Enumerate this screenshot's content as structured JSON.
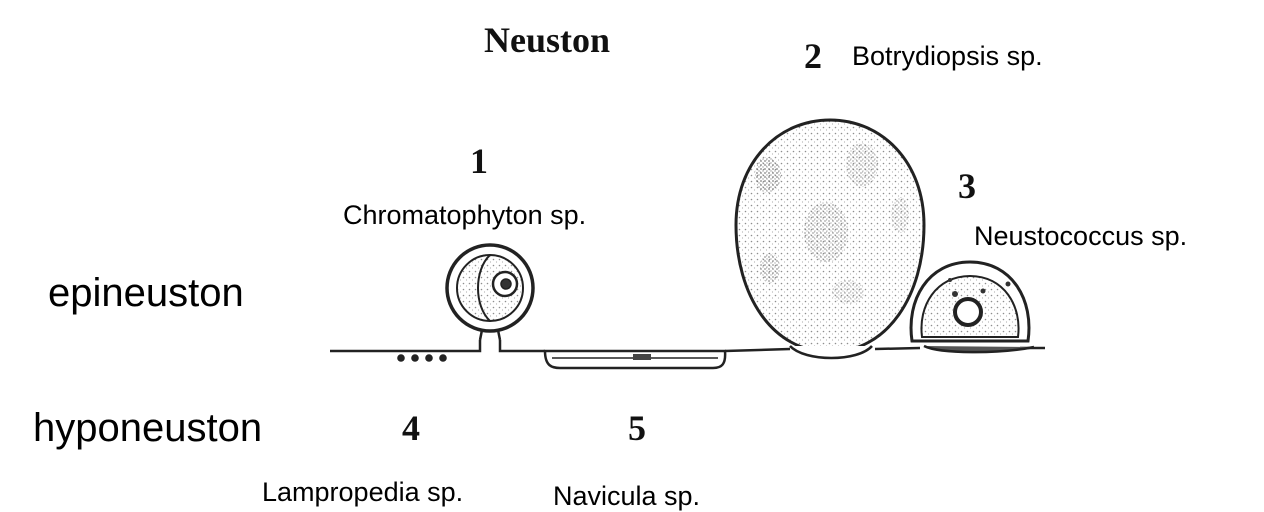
{
  "title": "Neuston",
  "zones": {
    "upper": "epineuston",
    "lower": "hyponeuston"
  },
  "organisms": [
    {
      "number": "1",
      "name": "Chromatophyton sp."
    },
    {
      "number": "2",
      "name": "Botrydiopsis sp."
    },
    {
      "number": "3",
      "name": "Neustococcus sp."
    },
    {
      "number": "4",
      "name": "Lampropedia sp."
    },
    {
      "number": "5",
      "name": "Navicula sp."
    }
  ],
  "colors": {
    "ink": "#222222",
    "text": "#000000",
    "stipple": "#9a9a9a",
    "background": "#ffffff"
  }
}
